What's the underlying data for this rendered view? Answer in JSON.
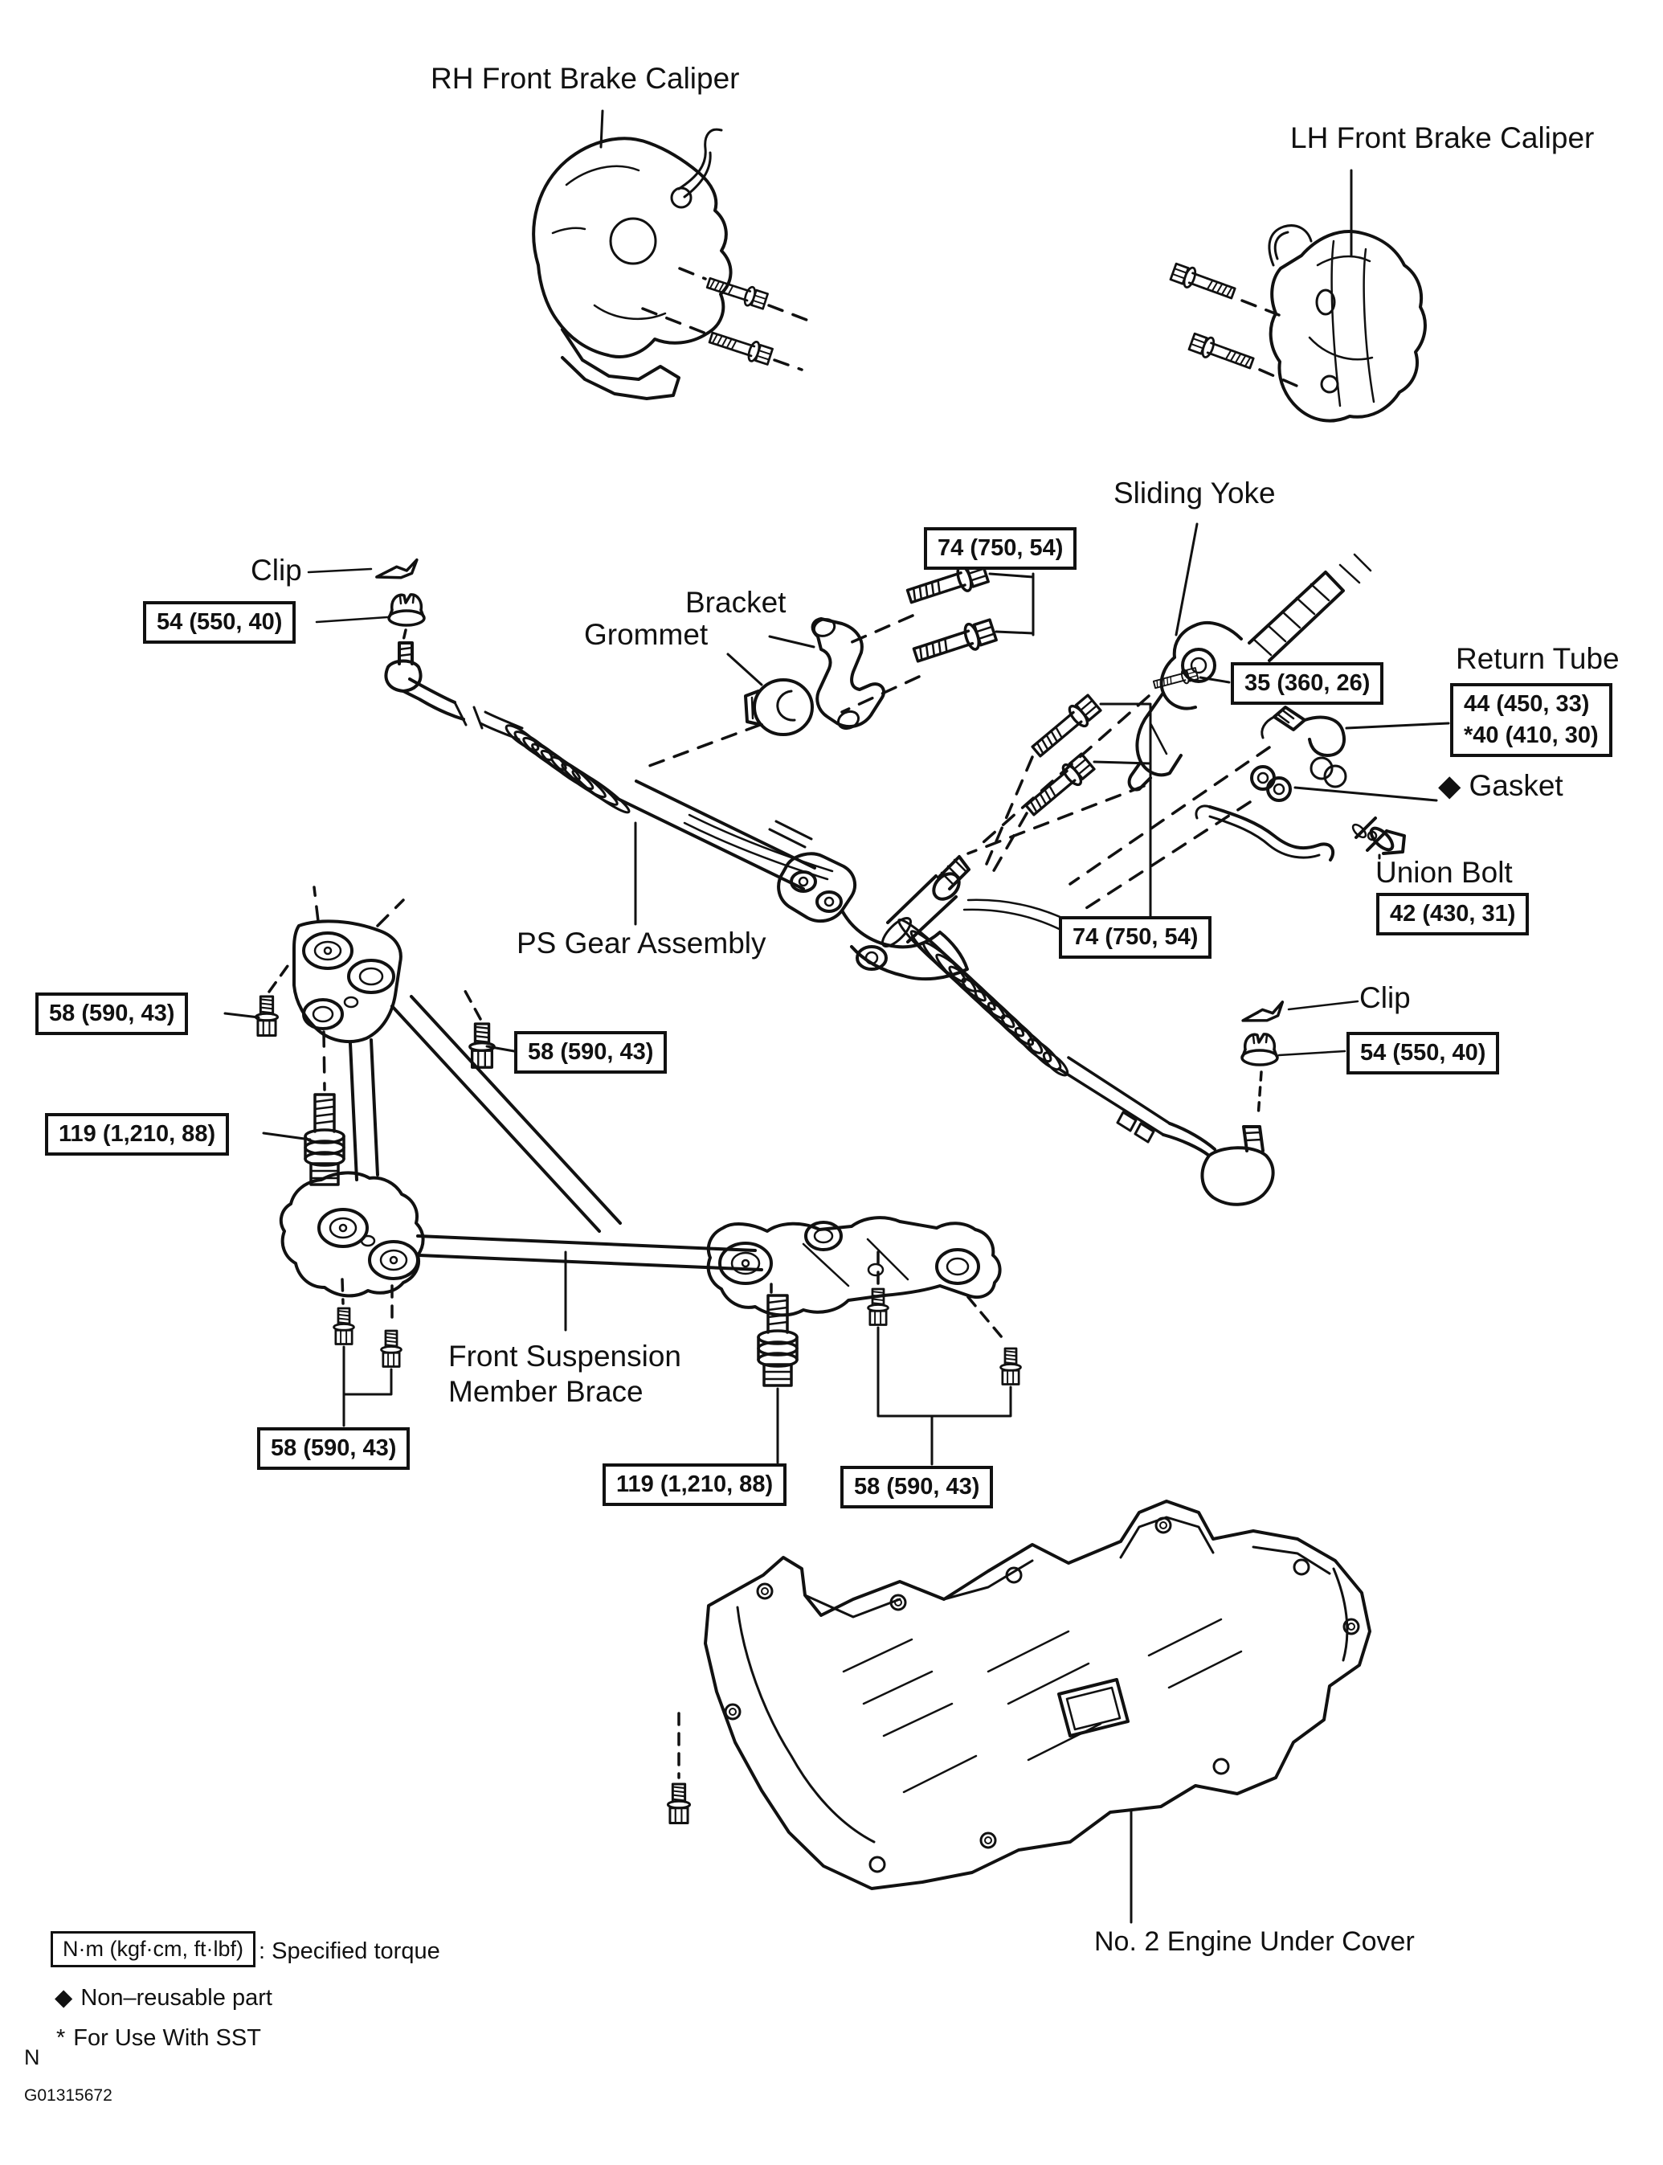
{
  "figure": {
    "code": "G01315672",
    "page_letter": "N"
  },
  "labels": {
    "rh_caliper": "RH Front Brake Caliper",
    "lh_caliper": "LH Front Brake Caliper",
    "sliding_yoke": "Sliding Yoke",
    "bracket": "Bracket",
    "grommet": "Grommet",
    "clip_left": "Clip",
    "clip_right": "Clip",
    "return_tube": "Return Tube",
    "gasket": "Gasket",
    "union_bolt": "Union Bolt",
    "ps_gear": "PS Gear Assembly",
    "member_brace_line1": "Front Suspension",
    "member_brace_line2": "Member Brace",
    "under_cover": "No. 2 Engine Under Cover"
  },
  "markers": {
    "non_reusable": "◆",
    "sst": "*"
  },
  "torque_specs": {
    "tie_rod_nut_left": "54 (550, 40)",
    "gear_bolts_upper": "74 (750, 54)",
    "yoke_bolt": "35 (360, 26)",
    "return_tube_line1": "44 (450, 33)",
    "return_tube_line2": "*40 (410, 30)",
    "union_bolt": "42 (430, 31)",
    "gear_bolts_lower": "74 (750, 54)",
    "tie_rod_nut_right": "54 (550, 40)",
    "brace_upper_left": "58 (590, 43)",
    "brace_stud_left": "119 (1,210, 88)",
    "gear_mount_mid": "58 (590, 43)",
    "brace_lower_left": "58 (590, 43)",
    "brace_stud_bottom": "119 (1,210, 88)",
    "brace_lower_right": "58 (590, 43)"
  },
  "legend": {
    "torque_unit_box": "N·m (kgf·cm, ft·lbf)",
    "torque_desc": ": Specified torque",
    "non_reusable_text": "Non–reusable part",
    "sst_text": "For Use With SST"
  }
}
